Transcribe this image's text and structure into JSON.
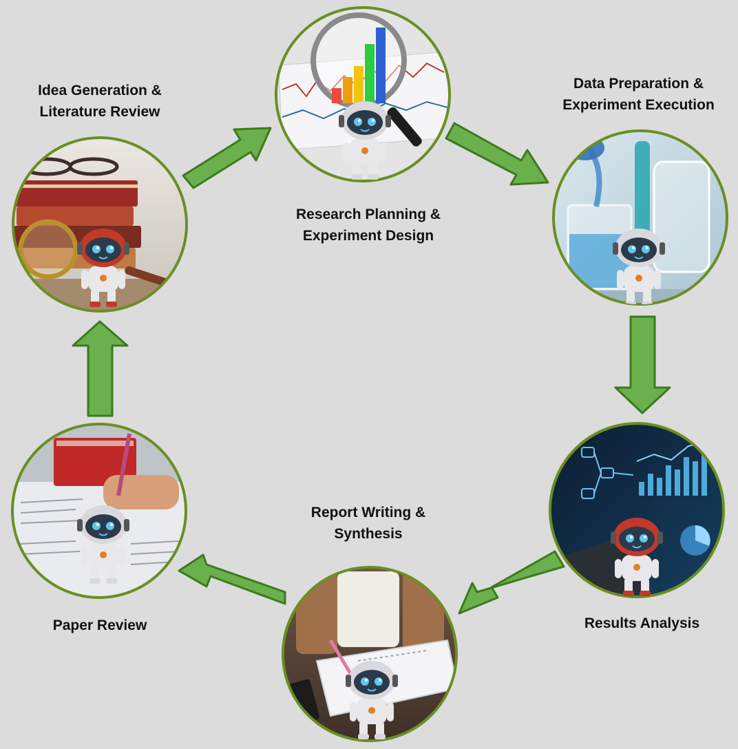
{
  "diagram": {
    "stages": [
      {
        "id": "idea",
        "label": "Idea Generation &\nLiterature Review"
      },
      {
        "id": "planning",
        "label": "Research Planning &\nExperiment Design"
      },
      {
        "id": "data",
        "label": "Data Preparation &\nExperiment Execution"
      },
      {
        "id": "results",
        "label": "Results Analysis"
      },
      {
        "id": "report",
        "label": "Report Writing &\nSynthesis"
      },
      {
        "id": "review",
        "label": "Paper Review"
      }
    ],
    "flow": [
      "idea",
      "planning",
      "data",
      "results",
      "report",
      "review",
      "idea"
    ]
  },
  "colors": {
    "background": "#dcdcdc",
    "circle_border": "#6b8e23",
    "arrow_fill": "#6ab04c",
    "arrow_stroke": "#3c7a1e",
    "robot_body": "#e8e8ea",
    "robot_face": "#2b3a4a",
    "robot_eyes": "#5fc6f0"
  },
  "icons": {
    "idea": "books-glasses-magnifier-robot",
    "planning": "magnifier-bar-chart-robot",
    "data": "lab-beakers-robot",
    "results": "dashboard-charts-robot",
    "report": "notebook-writing-robot",
    "review": "paper-markup-robot"
  }
}
